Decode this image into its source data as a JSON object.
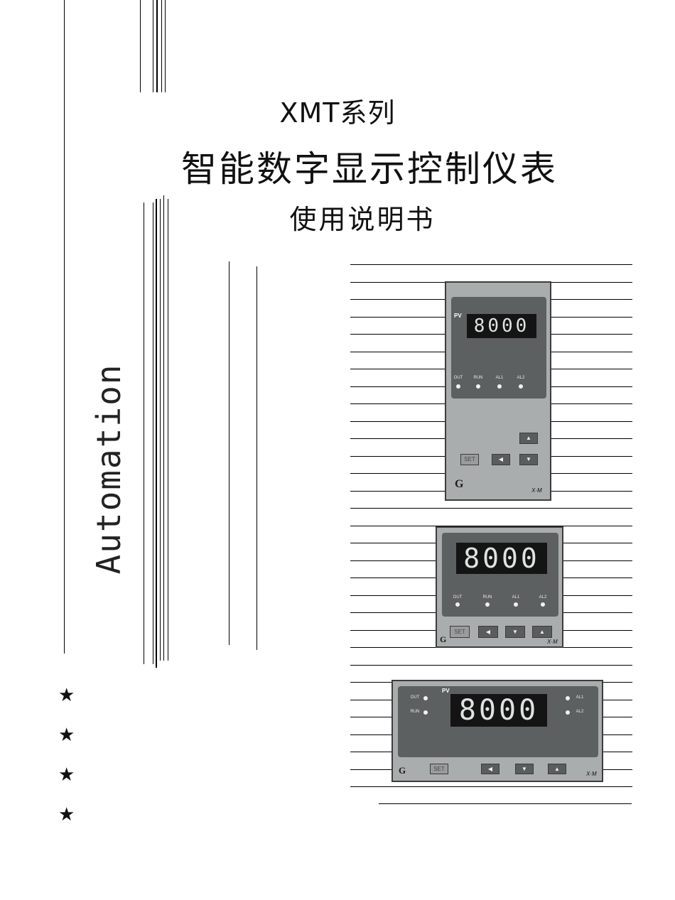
{
  "title": {
    "line1": "XMT系列",
    "line2": "智能数字显示控制仪表",
    "line3": "使用说明书"
  },
  "side_text": "Automation",
  "bullet_icon": "star-icon",
  "device_vertical": {
    "pv_label": "PV",
    "display": "8000",
    "leds": [
      "OUT",
      "RUN",
      "AL1",
      "AL2"
    ],
    "buttons": {
      "set": "SET",
      "left": "◀",
      "down": "▼",
      "up": "▲"
    },
    "brand": "X·M",
    "logo": "G"
  },
  "device_square": {
    "display": "8000",
    "leds": [
      "OUT",
      "RUN",
      "AL1",
      "AL2"
    ],
    "buttons": {
      "set": "SET",
      "left": "◀",
      "down": "▼",
      "up": "▲"
    },
    "brand": "X·M",
    "logo": "G"
  },
  "device_horizontal": {
    "pv_label": "PV",
    "display": "8000",
    "leds_left": [
      "OUT",
      "RUN"
    ],
    "leds_right": [
      "AL1",
      "AL2"
    ],
    "buttons": {
      "set": "SET",
      "left": "◀",
      "down": "▼",
      "up": "▲"
    },
    "brand": "X·M",
    "logo": "G"
  }
}
